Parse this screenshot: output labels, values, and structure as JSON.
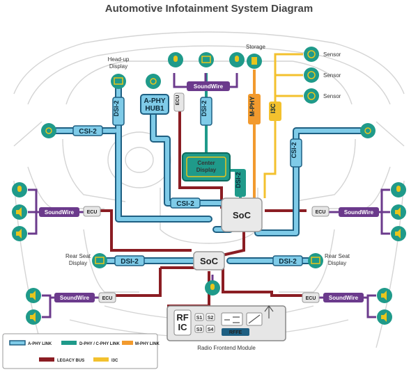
{
  "title": "Automotive Infotainment System Diagram",
  "labels": {
    "head_up_display": [
      "Head-up",
      "Display"
    ],
    "storage": "Storage",
    "sensor_1": "Sensor",
    "sensor_2": "Sensor",
    "sensor_3": "Sensor",
    "center_display": [
      "Center",
      "Display"
    ],
    "rear_seat_left": [
      "Rear Seat",
      "Display"
    ],
    "rear_seat_right": [
      "Rear Seat",
      "Display"
    ],
    "radio_frontend": "Radio Frontend Module"
  },
  "nodes": {
    "soc_main": "SoC",
    "soc_secondary": "SoC",
    "aphy_hub": [
      "A-PHY",
      "HUB1"
    ],
    "rf_ic": [
      "RF",
      "IC"
    ],
    "rffe": "RFFE",
    "switches": [
      "S1",
      "S2",
      "S3",
      "S4"
    ]
  },
  "buses": {
    "dsi2_top_left": "DSI-2",
    "dsi2_top_mid": "DSI-2",
    "csi2_left": "CSI-2",
    "csi2_center": "CSI-2",
    "csi2_right": "CSI-2",
    "dsi2_center": "DSI-2",
    "dsi2_rear_left": "DSI-2",
    "dsi2_rear_right": "DSI-2",
    "mphy": "M-PHY",
    "i3c": "I3C",
    "soundwire_top": "SoundWire",
    "soundwire_left": "SoundWire",
    "soundwire_right": "SoundWire",
    "soundwire_bottom_left": "SoundWire",
    "soundwire_bottom_right": "SoundWire"
  },
  "ecus": {
    "ecu_top": "ECU",
    "ecu_left": "ECU",
    "ecu_right": "ECU",
    "ecu_bottom_left": "ECU",
    "ecu_bottom_right": "ECU"
  },
  "legend": [
    {
      "label": "A-PHY LINK",
      "color": "#7fcbe8",
      "border": "#1e5f82"
    },
    {
      "label": "D-PHY / C-PHY LINK",
      "color": "#1f9a8a",
      "border": "#1f9a8a"
    },
    {
      "label": "M-PHY LINK",
      "color": "#f29a2e",
      "border": "#f29a2e"
    },
    {
      "label": "LEGACY BUS",
      "color": "#8b1d23",
      "border": "#8b1d23"
    },
    {
      "label": "I3C",
      "color": "#f3c12e",
      "border": "#f3c12e"
    }
  ],
  "colors": {
    "aphy": "#7fcbe8",
    "aphy_border": "#1e5f82",
    "dphy": "#1f9a8a",
    "mphy": "#f29a2e",
    "legacy": "#8b1d23",
    "i3c": "#f3c12e",
    "soundwire": "#6b3a8c",
    "device": "#1f9a8a",
    "device_icon": "#e8c51d"
  }
}
